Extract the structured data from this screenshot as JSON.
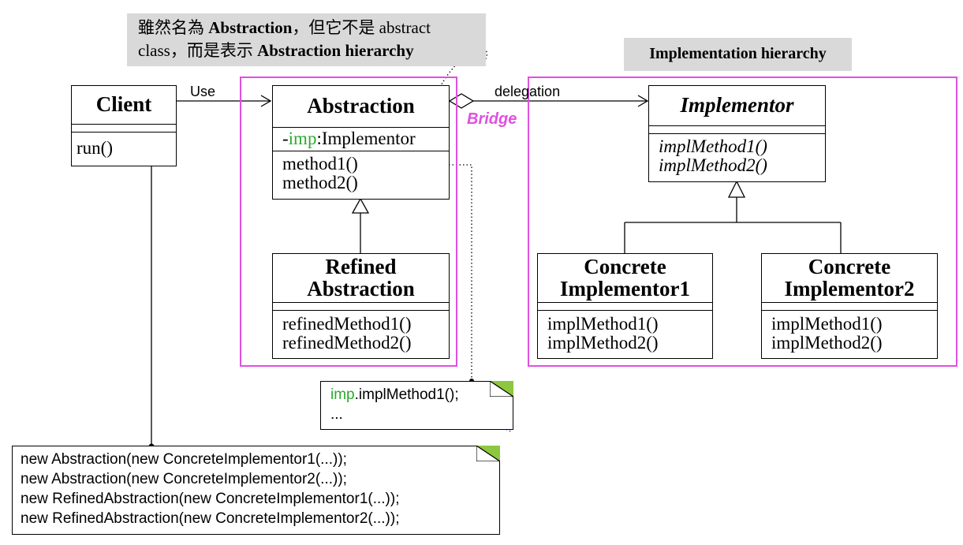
{
  "diagram": {
    "callout_line1": "雖然名為 ",
    "callout_line1_bold": "Abstraction",
    "callout_line1_rest": "，但它不是 abstract",
    "callout_line2": "class，而是表示 ",
    "callout_line2_bold": "Abstraction hierarchy",
    "implementation_label": "Implementation hierarchy",
    "bridge_label": "Bridge",
    "use_label": "Use",
    "delegation_label": "delegation",
    "client": {
      "name": "Client",
      "method": "run()"
    },
    "abstraction": {
      "name": "Abstraction",
      "field_prefix": "-",
      "field_name": "imp",
      "field_type": ":Implementor",
      "method1": "method1()",
      "method2": "method2()"
    },
    "refined": {
      "name_line1": "Refined",
      "name_line2": "Abstraction",
      "method1": "refinedMethod1()",
      "method2": "refinedMethod2()"
    },
    "implementor": {
      "name": "Implementor",
      "method1": "implMethod1()",
      "method2": "implMethod2()"
    },
    "concrete1": {
      "name_line1": "Concrete",
      "name_line2": "Implementor1",
      "method1": "implMethod1()",
      "method2": "implMethod2()"
    },
    "concrete2": {
      "name_line1": "Concrete",
      "name_line2": "Implementor2",
      "method1": "implMethod1()",
      "method2": "implMethod2()"
    },
    "impl_note": {
      "imp": "imp",
      "call": ".implMethod1();",
      "line2": "..."
    },
    "client_note": [
      "new Abstraction(new ConcreteImplementor1(...));",
      "new Abstraction(new ConcreteImplementor2(...));",
      "new RefinedAbstraction(new ConcreteImplementor1(...));",
      "new RefinedAbstraction(new ConcreteImplementor2(...));"
    ]
  },
  "colors": {
    "pink": "#e050e0",
    "green": "#2ea82e",
    "note_corner": "#8dc63f",
    "dotted_link": "#1a2a8a",
    "callout_bg": "#d9d9d9"
  }
}
